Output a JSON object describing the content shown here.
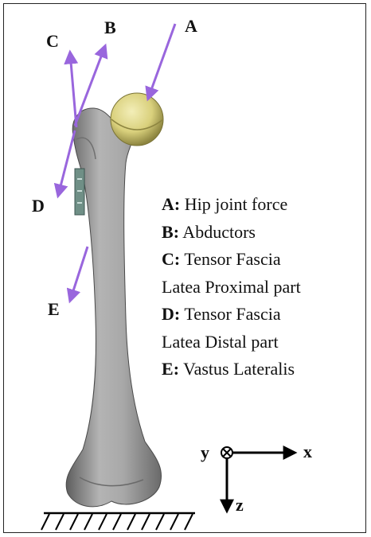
{
  "labels": {
    "A": "A",
    "B": "B",
    "C": "C",
    "D": "D",
    "E": "E"
  },
  "legend": [
    {
      "key": "A",
      "sep": ":",
      "text": " Hip joint force"
    },
    {
      "key": "B",
      "sep": ":",
      "text": " Abductors"
    },
    {
      "key": "C",
      "sep": ":",
      "text": " Tensor Fascia"
    },
    {
      "key": "",
      "sep": "",
      "text": "Latea Proximal part"
    },
    {
      "key": "D",
      "sep": ":",
      "text": " Tensor Fascia"
    },
    {
      "key": "",
      "sep": "",
      "text": "Latea Distal part"
    },
    {
      "key": "E",
      "sep": ":",
      "text": " Vastus Lateralis"
    }
  ],
  "axes": {
    "x": "x",
    "y": "y",
    "z": "z"
  },
  "colors": {
    "force_arrow": "#9966dd",
    "bone": "#9a9a9a",
    "femoral_head": "#d8cf7a",
    "plate": "#6f8f86"
  }
}
